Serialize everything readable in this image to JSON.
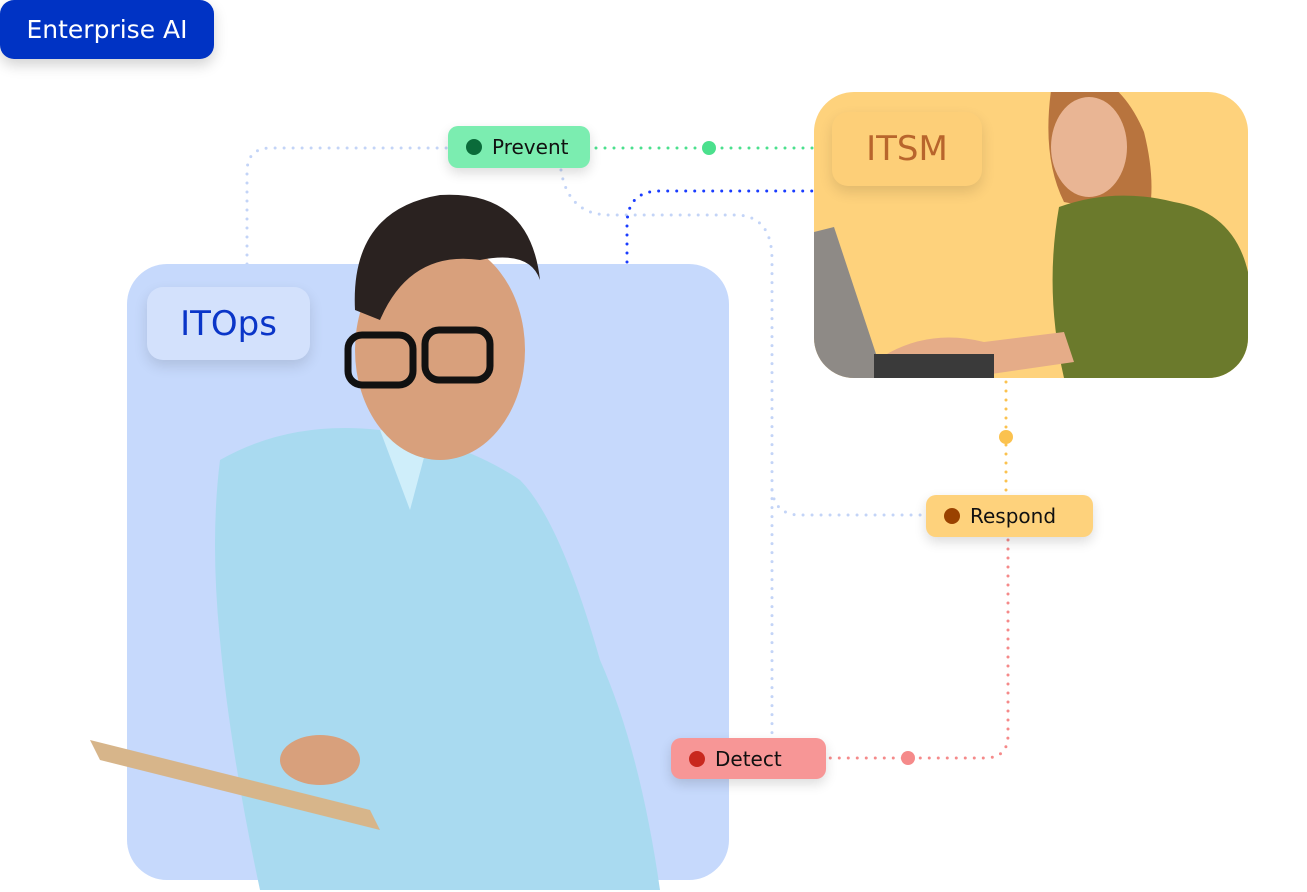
{
  "panels": {
    "itops": {
      "label": "ITOps"
    },
    "itsm": {
      "label": "ITSM"
    }
  },
  "hub": {
    "label": "Enterprise AI"
  },
  "stages": [
    {
      "label": "Prevent",
      "dot_color": "#0a6b3a",
      "bg": "#7bedb0"
    },
    {
      "label": "Respond",
      "dot_color": "#9a4200",
      "bg": "#fed27c"
    },
    {
      "label": "Detect",
      "dot_color": "#c8281e",
      "bg": "#f79696"
    }
  ],
  "colors": {
    "itops_panel": "#c6d9fc",
    "itsm_panel": "#fed27c",
    "hub": "#0033c4",
    "line_light_blue": "#c3d4f7",
    "line_blue": "#1a3cff",
    "line_green": "#4be08d",
    "line_orange": "#fbc24f",
    "line_pink": "#f58a8a"
  }
}
